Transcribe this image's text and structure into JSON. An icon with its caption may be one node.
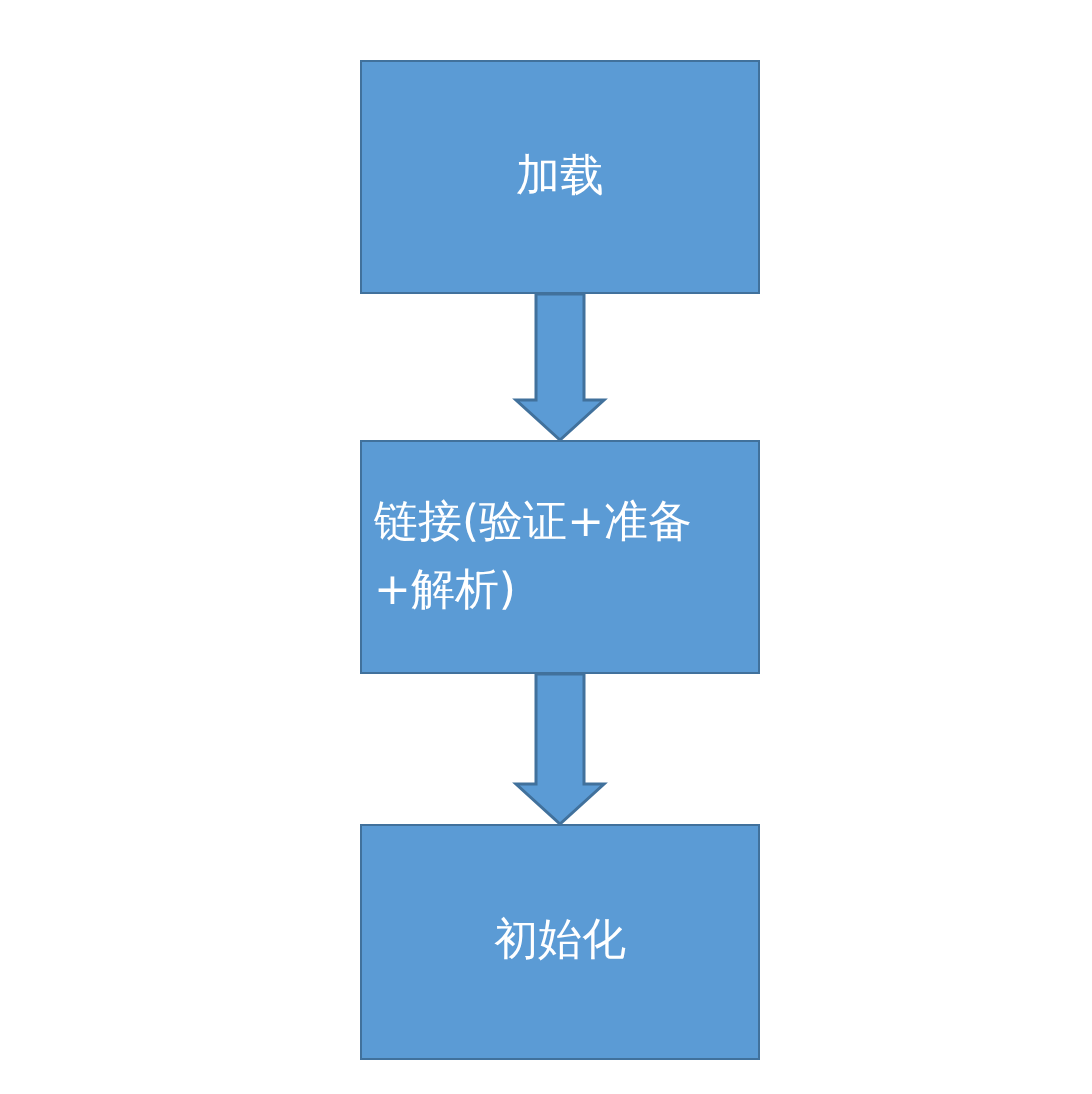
{
  "diagram": {
    "nodes": [
      {
        "text": [
          "加载"
        ]
      },
      {
        "text": [
          "链接(验证+准备+解析)"
        ]
      },
      {
        "text": [
          "初始化"
        ]
      }
    ],
    "edges": [
      {
        "from": 0,
        "to": 1,
        "arrow": "to"
      },
      {
        "from": 1,
        "to": 2,
        "arrow": "to"
      }
    ]
  }
}
